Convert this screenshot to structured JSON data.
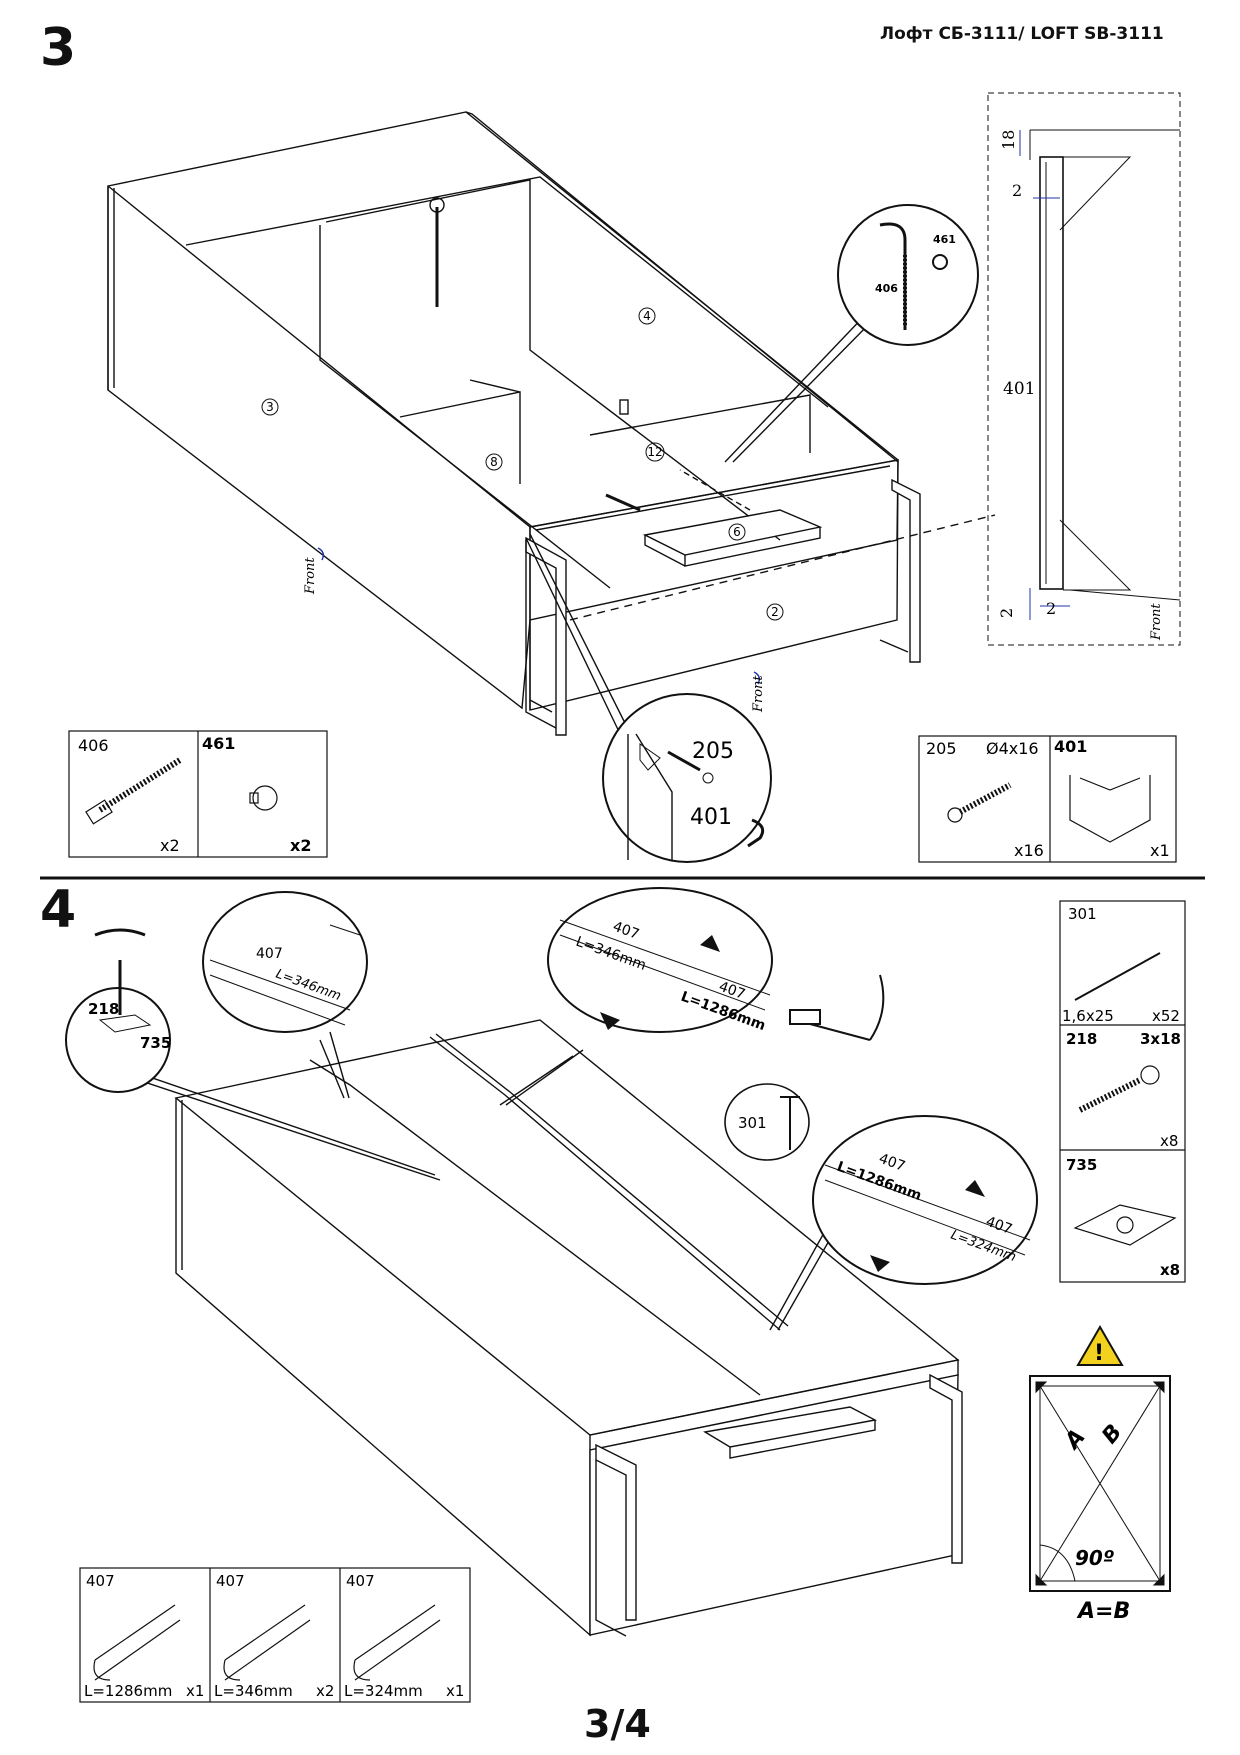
{
  "header": {
    "product_title": "Лофт СБ-3111/ LOFT SB-3111"
  },
  "step3": {
    "number": "3",
    "panel_labels": [
      "3",
      "4",
      "8",
      "12",
      "6",
      "2"
    ],
    "front_label": "Front",
    "detail_callout": {
      "screw_label": "461",
      "bolt_label": "406"
    },
    "dimension_panel": {
      "top_offset": "18",
      "edge_gap": "2",
      "part_label": "401",
      "bottom_gap_v": "2",
      "bottom_gap_h": "2",
      "front_label": "Front"
    },
    "zoom_callout": {
      "screw_label": "205",
      "frame_label": "401"
    },
    "hardware_left": [
      {
        "code": "406",
        "qty": "x2"
      },
      {
        "code": "461",
        "qty": "x2"
      }
    ],
    "hardware_right": [
      {
        "code": "205",
        "spec": "Ø4x16",
        "qty": "x16"
      },
      {
        "code": "401",
        "qty": "x1"
      }
    ]
  },
  "step4": {
    "number": "4",
    "screw_callout": {
      "screw_label": "218",
      "plate_label": "735"
    },
    "profile_callout_1": {
      "label": "407",
      "length": "L=346mm"
    },
    "profile_callout_2": {
      "label_a": "407",
      "length_a": "L=346mm",
      "label_b": "407",
      "length_b": "L=1286mm"
    },
    "profile_callout_3": {
      "label_a": "407",
      "length_a": "L=1286mm",
      "label_b": "407",
      "length_b": "L=324mm"
    },
    "nail_callout": {
      "label": "301"
    },
    "hardware_right": [
      {
        "code": "301",
        "spec": "1,6x25",
        "qty": "x52"
      },
      {
        "code": "218",
        "spec": "3x18",
        "qty": "x8"
      },
      {
        "code": "735",
        "qty": "x8"
      }
    ],
    "profiles_table": [
      {
        "code": "407",
        "length": "L=1286mm",
        "qty": "x1"
      },
      {
        "code": "407",
        "length": "L=346mm",
        "qty": "x2"
      },
      {
        "code": "407",
        "length": "L=324mm",
        "qty": "x1"
      }
    ],
    "square_check": {
      "label_a": "A",
      "label_b": "B",
      "angle": "90º",
      "rule": "A=B"
    }
  },
  "footer": {
    "page": "3/4"
  }
}
